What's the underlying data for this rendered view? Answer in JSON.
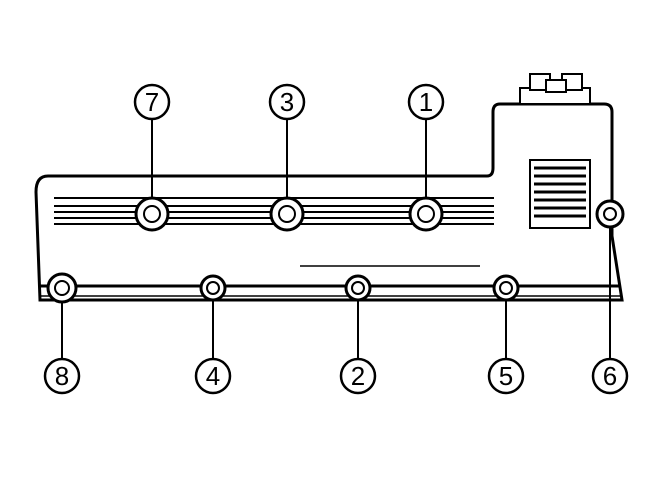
{
  "colors": {
    "ink": "#000000",
    "paper": "#ffffff"
  },
  "bolt_labels": {
    "b1": "1",
    "b2": "2",
    "b3": "3",
    "b4": "4",
    "b5": "5",
    "b6": "6",
    "b7": "7",
    "b8": "8"
  }
}
